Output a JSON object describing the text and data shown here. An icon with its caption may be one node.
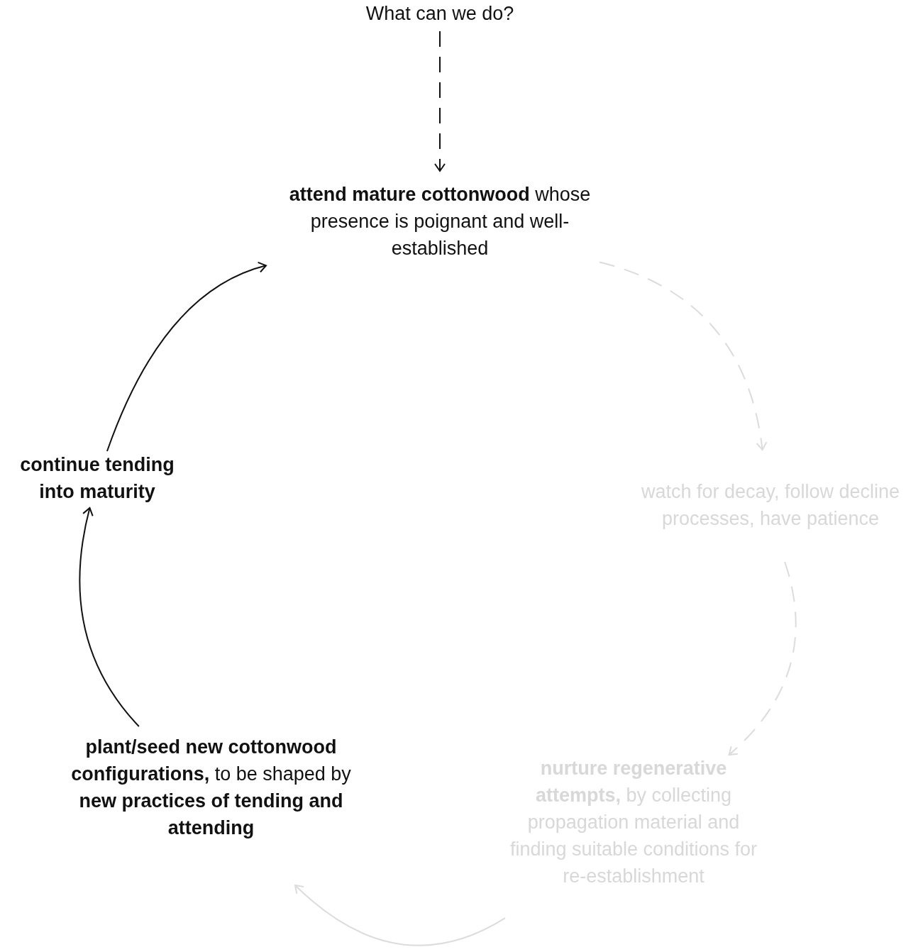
{
  "diagram": {
    "nodes": [
      {
        "text": [
          "What can we do?"
        ]
      },
      {
        "text": [
          "**attend mature cottonwood** whose presence is poignant and well-established"
        ]
      },
      {
        "text": [
          "watch for decay, follow decline processes, have patience"
        ]
      },
      {
        "text": [
          "**nurture regenerative attempts,** by collecting propagation material and finding suitable conditions for re-establishment"
        ]
      },
      {
        "text": [
          "**plant/seed new cottonwood configurations,** to be shaped by **new practices of tending and attending**"
        ]
      },
      {
        "text": [
          "continue tending into maturity"
        ]
      }
    ],
    "edges": [
      {
        "from": 0,
        "to": 1,
        "arrow": "to",
        "style": "dashed"
      },
      {
        "from": 1,
        "to": 2,
        "arrow": "to",
        "style": "dashed",
        "color": "#dcdcdc"
      },
      {
        "from": 2,
        "to": 3,
        "arrow": "to",
        "style": "dashed",
        "color": "#dcdcdc"
      },
      {
        "from": 3,
        "to": 4,
        "arrow": "to",
        "color": "#dcdcdc"
      },
      {
        "from": 4,
        "to": 5,
        "arrow": "to"
      },
      {
        "from": 5,
        "to": 1,
        "arrow": "to"
      }
    ]
  }
}
